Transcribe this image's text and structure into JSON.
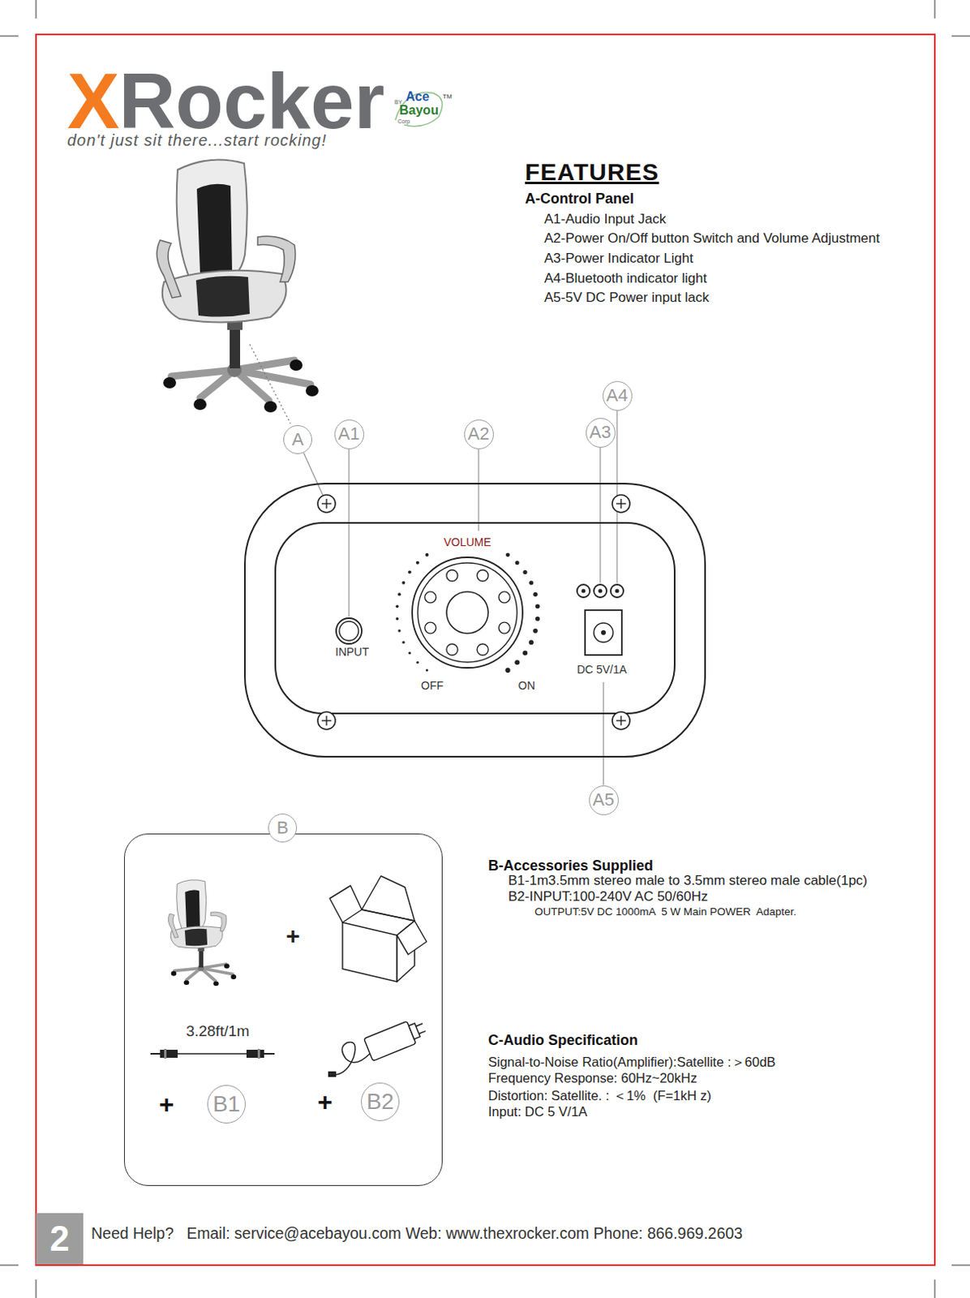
{
  "diagram": {
    "title": "FEATURES",
    "nodes": [
      {
        "text": [
          "A"
        ]
      },
      {
        "text": [
          "A1"
        ]
      },
      {
        "text": [
          "A2"
        ]
      },
      {
        "text": [
          "A3"
        ]
      },
      {
        "text": [
          "A4"
        ]
      },
      {
        "text": [
          "VOLUME",
          "INPUT",
          "OFF",
          "ON",
          "DC 5V/1A"
        ]
      },
      {
        "text": [
          "A5"
        ]
      },
      {
        "text": [
          "B"
        ]
      },
      {
        "text": [
          "+",
          "3.28ft/1m",
          "+",
          "+"
        ]
      },
      {
        "text": [
          "B1"
        ],
        "in": 8
      },
      {
        "text": [
          "B2"
        ],
        "in": 8
      },
      {
        "text": [
          "2"
        ]
      }
    ],
    "edges": [
      {
        "from": 0,
        "to": 5,
        "arrow": "none"
      },
      {
        "from": 1,
        "to": 5,
        "arrow": "none"
      },
      {
        "from": 2,
        "to": 5,
        "arrow": "none"
      },
      {
        "from": 3,
        "to": 5,
        "arrow": "none"
      },
      {
        "from": 4,
        "to": 5,
        "arrow": "none"
      },
      {
        "from": 6,
        "to": 5,
        "arrow": "none"
      }
    ],
    "labels": [
      "X",
      "Rocker",
      "BY",
      "Ace",
      "Bayou",
      "Corp",
      "TM",
      "don't just sit there...start rocking!",
      "A-Control Panel",
      "A1-Audio Input Jack",
      "A2-Power On/Off button Switch and Volume Adjustment",
      "A3-Power Indicator Light",
      "A4-Bluetooth indicator light",
      "A5-5V DC Power input lack",
      "B-Accessories Supplied",
      "B1-1m3.5mm stereo male to 3.5mm stereo male cable(1pc)",
      "B2-INPUT:100-240V AC 50/60Hz",
      "OUTPUT:5V DC 1000mA  5 W Main POWER  Adapter.",
      "C-Audio Specification",
      "Signal-to-Noise Ratio(Amplifier):Satellite :＞60dB",
      "Frequency Response: 60Hz~20kHz",
      "Distortion: Satellite. : ＜1%  (F=1kH z)",
      "Input: DC 5 V/1A",
      "Need Help?   Email: service@acebayou.com Web: www.thexrocker.com Phone: 866.969.2603"
    ]
  }
}
